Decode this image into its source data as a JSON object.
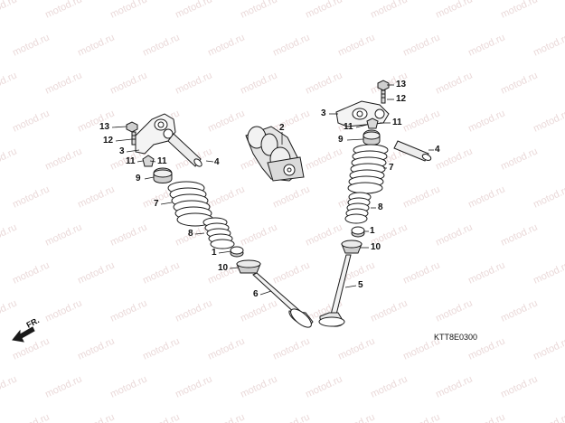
{
  "watermark": "motod.ru",
  "diagram_code": "KTT8E0300",
  "front_label": "FR.",
  "callouts": {
    "c13a": "13",
    "c12a": "12",
    "c3a": "3",
    "c11a": "11",
    "c11b": "11",
    "c4a": "4",
    "c2": "2",
    "c9a": "9",
    "c7a": "7",
    "c8a": "8",
    "c1a": "1",
    "c10a": "10",
    "c6": "6",
    "c13b": "13",
    "c12b": "12",
    "c3b": "3",
    "c11c": "11",
    "c11d": "11",
    "c9b": "9",
    "c4b": "4",
    "c7b": "7",
    "c8b": "8",
    "c1b": "1",
    "c10b": "10",
    "c5": "5"
  },
  "colors": {
    "line": "#1a1a1a",
    "watermark": "#ead9d9"
  }
}
